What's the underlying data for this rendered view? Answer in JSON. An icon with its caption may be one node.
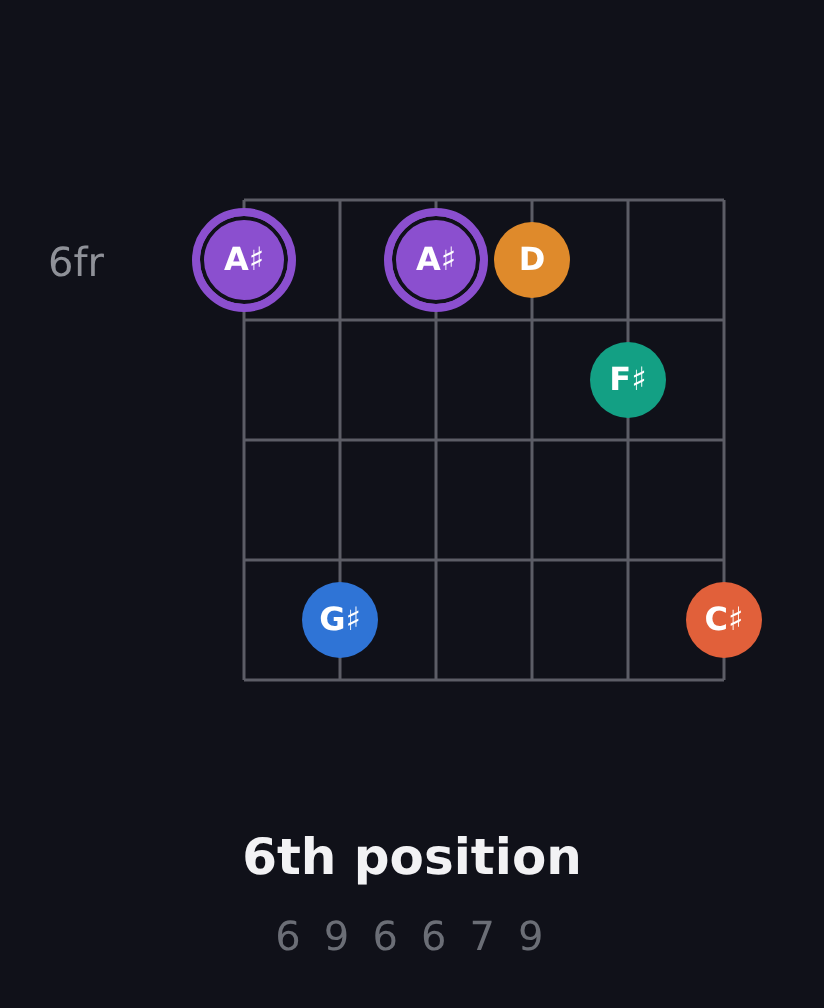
{
  "diagram": {
    "caption": "6th position",
    "nodes": [
      {
        "text": [
          "A♯"
        ]
      },
      {
        "text": [
          "A♯"
        ]
      },
      {
        "text": [
          "D"
        ]
      },
      {
        "text": [
          "F♯"
        ]
      },
      {
        "text": [
          "G♯"
        ]
      },
      {
        "text": [
          "C♯"
        ]
      }
    ],
    "labels": [
      "6fr",
      "6 9 6 6 7 9"
    ]
  }
}
